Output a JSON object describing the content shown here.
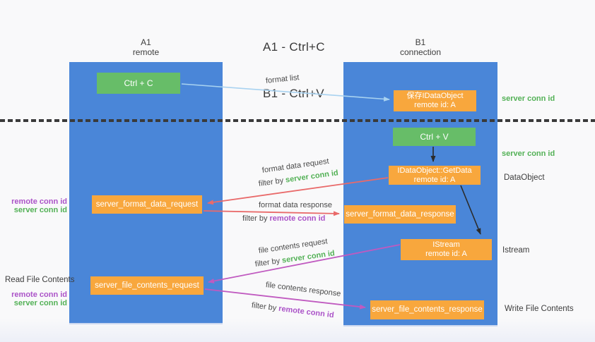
{
  "title": {
    "line1": "A1 - Ctrl+C",
    "line2": "B1 - Ctrl+V"
  },
  "columns": {
    "a": {
      "header_line1": "A1",
      "header_line2": "remote"
    },
    "b": {
      "header_line1": "B1",
      "header_line2": "connection"
    }
  },
  "nodes": {
    "ctrl_c": {
      "label": "Ctrl + C"
    },
    "save_idataobject": {
      "line1": "保存IDataObject",
      "line2": "remote id: A"
    },
    "ctrl_v": {
      "label": "Ctrl + V"
    },
    "getdata": {
      "line1": "IDataObject::GetData",
      "line2": "remote id: A"
    },
    "format_request": {
      "label": "server_format_data_request"
    },
    "format_response": {
      "label": "server_format_data_response"
    },
    "istream": {
      "line1": "IStream",
      "line2": "remote id: A"
    },
    "file_request": {
      "label": "server_file_contents_request"
    },
    "file_response": {
      "label": "server_file_contents_response"
    }
  },
  "side_labels": {
    "right_server_conn_id_top": "server conn id",
    "right_server_conn_id_mid": "server conn id",
    "right_dataobject": "DataObject",
    "right_istream": "Istream",
    "right_write_file": "Write File Contents",
    "left_remote_conn_id_top": "remote conn id",
    "left_server_conn_id_top": "server conn id",
    "left_read_file": "Read File Contents",
    "left_remote_conn_id_bottom": "remote conn id",
    "left_server_conn_id_bottom": "server conn id"
  },
  "flow_labels": {
    "format_list": "format list",
    "format_data_request": "format data request",
    "filter_server_1": {
      "prefix": "filter by ",
      "highlight": "server conn id"
    },
    "format_data_response": "format data response",
    "filter_remote_1": {
      "prefix": "filter by ",
      "highlight": "remote conn id"
    },
    "file_contents_request": "file contents request",
    "filter_server_2": {
      "prefix": "filter by ",
      "highlight": "server conn id"
    },
    "file_contents_response": "file contents response",
    "filter_remote_2": {
      "prefix": "filter by ",
      "highlight": "remote conn id"
    }
  },
  "colors": {
    "lane_blue": "#4a86d8",
    "node_green": "#67bd68",
    "node_orange": "#f8a73d",
    "arrow_light_blue": "#a8d2f0",
    "arrow_red": "#e96a6a",
    "arrow_magenta": "#c05ac0",
    "arrow_black": "#2b2b2b",
    "text_green": "#53b156",
    "text_purple": "#ab53c8",
    "background": "#f9f9fa"
  }
}
